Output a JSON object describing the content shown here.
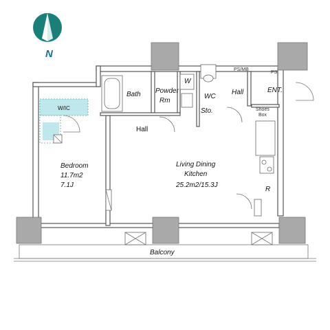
{
  "compass": {
    "label": "N"
  },
  "rooms": {
    "bedroom": {
      "name": "Bedroom",
      "area_m2": "11.7m2",
      "area_j": "7.1J"
    },
    "living": {
      "name_line1": "Living Dining",
      "name_line2": "Kitchen",
      "area": "25.2m2/15.3J"
    },
    "wic": "W/IC",
    "bath": "Bath",
    "powder_line1": "Powder",
    "powder_line2": "Rm",
    "w": "W",
    "wc": "WC",
    "hall_entry": "Hall",
    "hall_main": "Hall",
    "sto": "Sto.",
    "ent": "ENT.",
    "ps_mb": "PS/MB",
    "ps": "PS",
    "shoes_line1": "Shoes",
    "shoes_line2": "Box",
    "r": "R",
    "balcony": "Balcony"
  },
  "colors": {
    "compass": "#1a7f78",
    "compass_text": "#1a6f9a",
    "wic_fill": "#bfe8ec",
    "pillar": "#a9a9a9"
  }
}
